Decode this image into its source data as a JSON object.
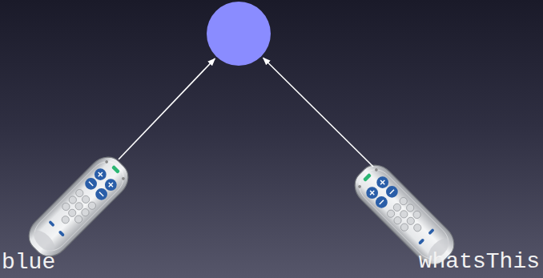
{
  "diagram": {
    "nodes": [
      {
        "text": []
      },
      {
        "text": [
          "blue"
        ]
      },
      {
        "text": [
          "whatsThis"
        ]
      }
    ],
    "edges": [
      {
        "from": 1,
        "to": 0,
        "arrow": "to"
      },
      {
        "from": 2,
        "to": 0,
        "arrow": "to"
      }
    ]
  }
}
